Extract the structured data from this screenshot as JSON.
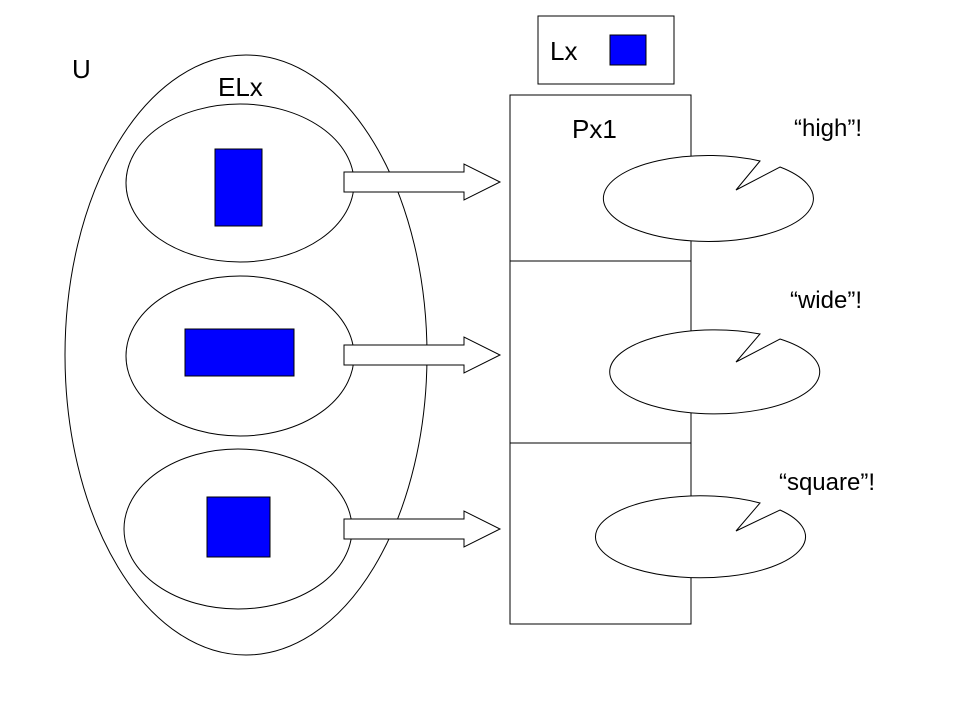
{
  "universe": {
    "label": "U"
  },
  "elements_group": {
    "label": "ELx"
  },
  "legend": {
    "label": "Lx",
    "swatch_color": "#0000ff"
  },
  "panel": {
    "title": "Px1"
  },
  "shapes": [
    {
      "kind": "tall-rectangle",
      "color": "#0000ff"
    },
    {
      "kind": "wide-rectangle",
      "color": "#0000ff"
    },
    {
      "kind": "square",
      "color": "#0000ff"
    }
  ],
  "speech_bubbles": [
    {
      "text": "“high”!"
    },
    {
      "text": "“wide”!"
    },
    {
      "text": "“square”!"
    }
  ]
}
